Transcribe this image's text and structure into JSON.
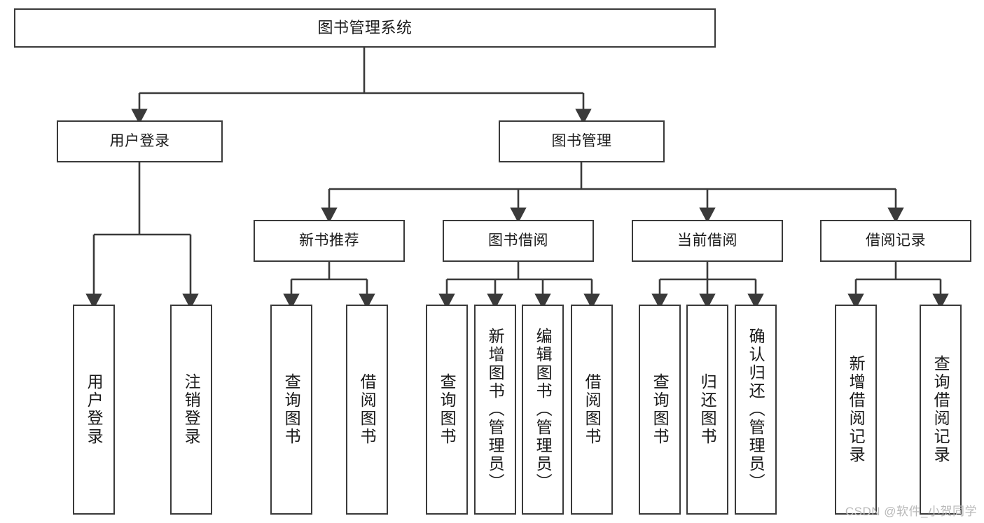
{
  "diagram": {
    "title": "图书管理系统",
    "type": "tree",
    "colors": {
      "box_border": "#3a3a3a",
      "box_fill": "#ffffff",
      "connector": "#3a3a3a",
      "text": "#1a1a1a",
      "watermark": "#b9b9b9",
      "background": "#ffffff"
    },
    "root": {
      "label": "图书管理系统"
    },
    "level2": [
      {
        "id": "user-login",
        "label": "用户登录"
      },
      {
        "id": "book-manage",
        "label": "图书管理"
      }
    ],
    "level3": [
      {
        "id": "new-book-recommend",
        "label": "新书推荐",
        "parent": "book-manage"
      },
      {
        "id": "book-borrow",
        "label": "图书借阅",
        "parent": "book-manage"
      },
      {
        "id": "current-borrow",
        "label": "当前借阅",
        "parent": "book-manage"
      },
      {
        "id": "borrow-record",
        "label": "借阅记录",
        "parent": "book-manage"
      }
    ],
    "leaves": [
      {
        "id": "leaf-user-login",
        "label": "用户登录",
        "parent": "user-login"
      },
      {
        "id": "leaf-logout-login",
        "label": "注销登录",
        "parent": "user-login"
      },
      {
        "id": "leaf-query-book-1",
        "label": "查询图书",
        "parent": "new-book-recommend"
      },
      {
        "id": "leaf-borrow-book-1",
        "label": "借阅图书",
        "parent": "new-book-recommend"
      },
      {
        "id": "leaf-query-book-2",
        "label": "查询图书",
        "parent": "book-borrow"
      },
      {
        "id": "leaf-add-book",
        "label": "新增图书（管理员）",
        "parent": "book-borrow"
      },
      {
        "id": "leaf-edit-book",
        "label": "编辑图书（管理员）",
        "parent": "book-borrow"
      },
      {
        "id": "leaf-borrow-book-2",
        "label": "借阅图书",
        "parent": "book-borrow"
      },
      {
        "id": "leaf-query-book-3",
        "label": "查询图书",
        "parent": "current-borrow"
      },
      {
        "id": "leaf-return-book",
        "label": "归还图书",
        "parent": "current-borrow"
      },
      {
        "id": "leaf-confirm-return",
        "label": "确认归还（管理员）",
        "parent": "current-borrow"
      },
      {
        "id": "leaf-add-borrow-record",
        "label": "新增借阅记录",
        "parent": "borrow-record"
      },
      {
        "id": "leaf-query-borrow-record",
        "label": "查询借阅记录",
        "parent": "borrow-record"
      }
    ],
    "watermark": "CSDN @软件_小贺同学"
  }
}
